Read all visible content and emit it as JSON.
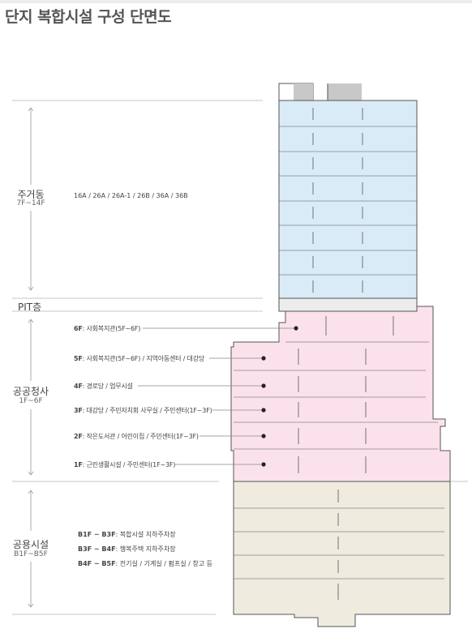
{
  "title": "단지 복합시설 구성 단면도",
  "zones": {
    "residential": {
      "name": "주거동",
      "range": "7F~14F",
      "units": "16A / 26A / 26A-1 / 26B / 36A / 36B"
    },
    "pit": {
      "name": "PIT층"
    },
    "government": {
      "name": "공공청사",
      "range": "1F~6F",
      "floors": [
        {
          "floor": "6F",
          "desc": ": 사회복지관(5F~6F)"
        },
        {
          "floor": "5F",
          "desc": ": 사회복지관(5F~6F) / 지역아동센터 / 대강당"
        },
        {
          "floor": "4F",
          "desc": ": 경로당 / 업무시설"
        },
        {
          "floor": "3F",
          "desc": ": 대강당 / 주민자치회 사무실 / 주민센터(1F~3F)"
        },
        {
          "floor": "2F",
          "desc": ": 작은도서관 / 어린이집 / 주민센터(1F~3F)"
        },
        {
          "floor": "1F",
          "desc": ": 근린생활시설 / 주민센터(1F~3F)"
        }
      ]
    },
    "public_facility": {
      "name": "공용시설",
      "range": "B1F~B5F",
      "lines": [
        {
          "floor": "B1F ~ B3F",
          "desc": ": 복합시설 지하주차장"
        },
        {
          "floor": "B3F ~ B4F",
          "desc": ": 행복주택 지하주차장"
        },
        {
          "floor": "B4F ~ B5F",
          "desc": ": 전기실 / 기계실 / 펌프실 / 창고 등"
        }
      ]
    }
  },
  "colors": {
    "residential": "#daebf8",
    "pit": "#ececec",
    "government": "#fbe1ec",
    "basement": "#efebdf",
    "rooftop": "#c8c8c8",
    "outline": "#555555"
  }
}
